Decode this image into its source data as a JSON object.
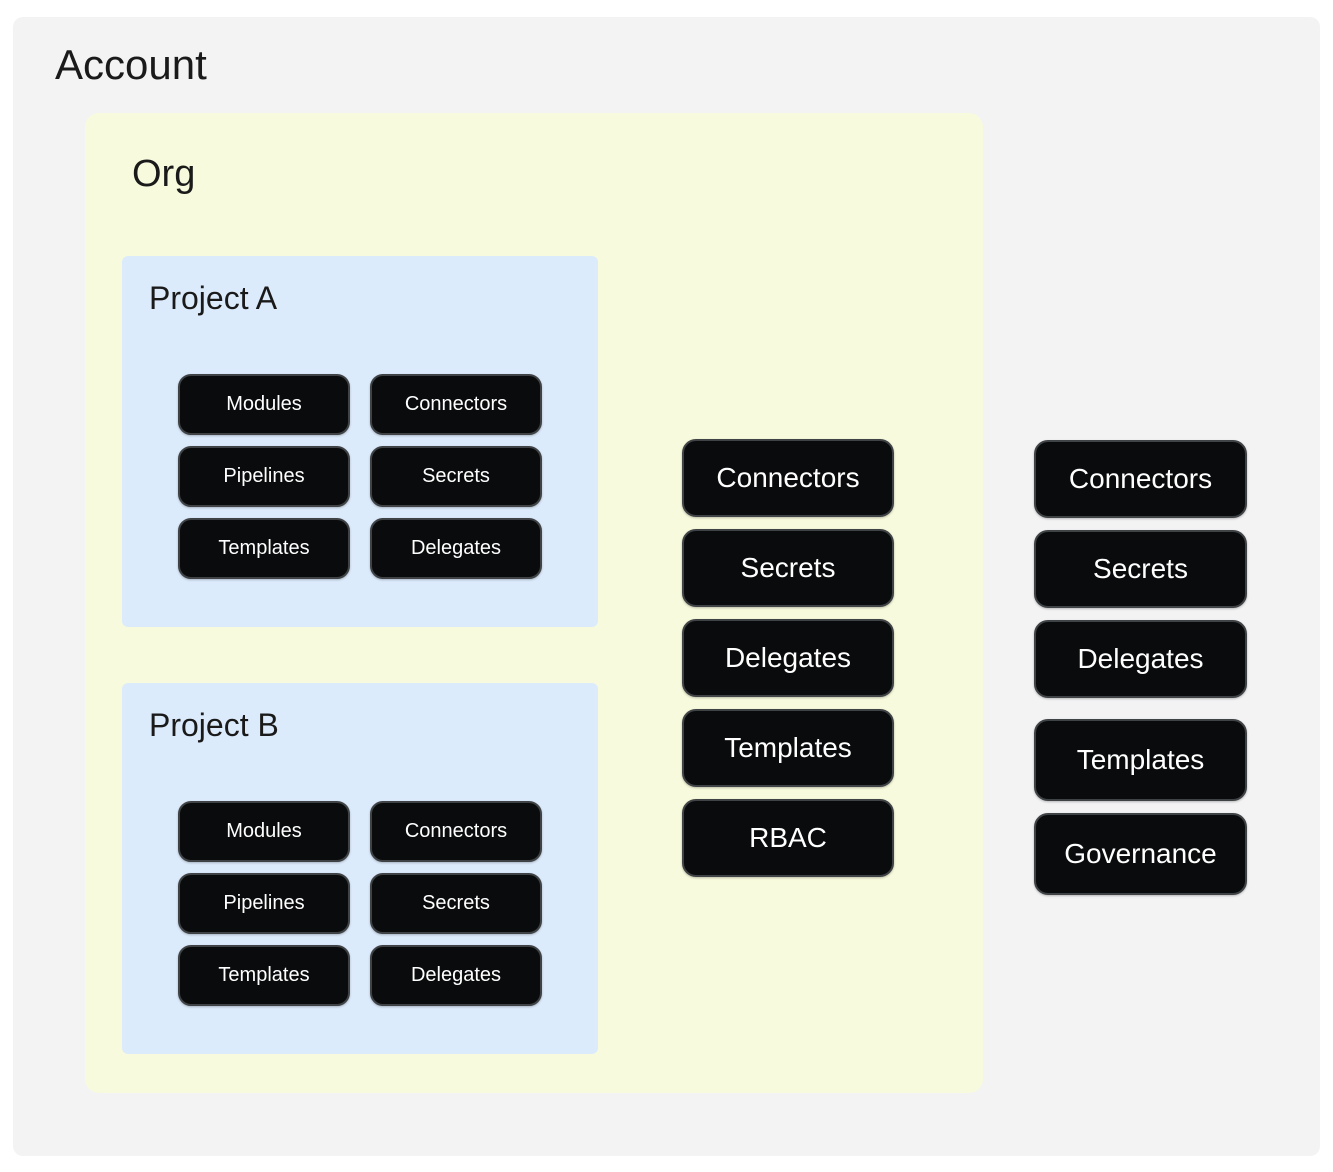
{
  "diagram": {
    "account": {
      "title": "Account",
      "resources": [
        "Connectors",
        "Secrets",
        "Delegates",
        "Templates",
        "Governance"
      ],
      "org": {
        "title": "Org",
        "resources": [
          "Connectors",
          "Secrets",
          "Delegates",
          "Templates",
          "RBAC"
        ],
        "projects": [
          {
            "title": "Project A",
            "resources": [
              "Modules",
              "Connectors",
              "Pipelines",
              "Secrets",
              "Templates",
              "Delegates"
            ]
          },
          {
            "title": "Project B",
            "resources": [
              "Modules",
              "Connectors",
              "Pipelines",
              "Secrets",
              "Templates",
              "Delegates"
            ]
          }
        ]
      }
    },
    "colors": {
      "page_bg": "#ffffff",
      "account_bg": "#f3f3f4",
      "org_bg": "#f8fadd",
      "project_bg": "#dcebfc",
      "pill_bg": "#0a0b0c",
      "pill_border": "#3f4345",
      "pill_text": "#ffffff",
      "title_text": "#1a1a1a"
    }
  }
}
